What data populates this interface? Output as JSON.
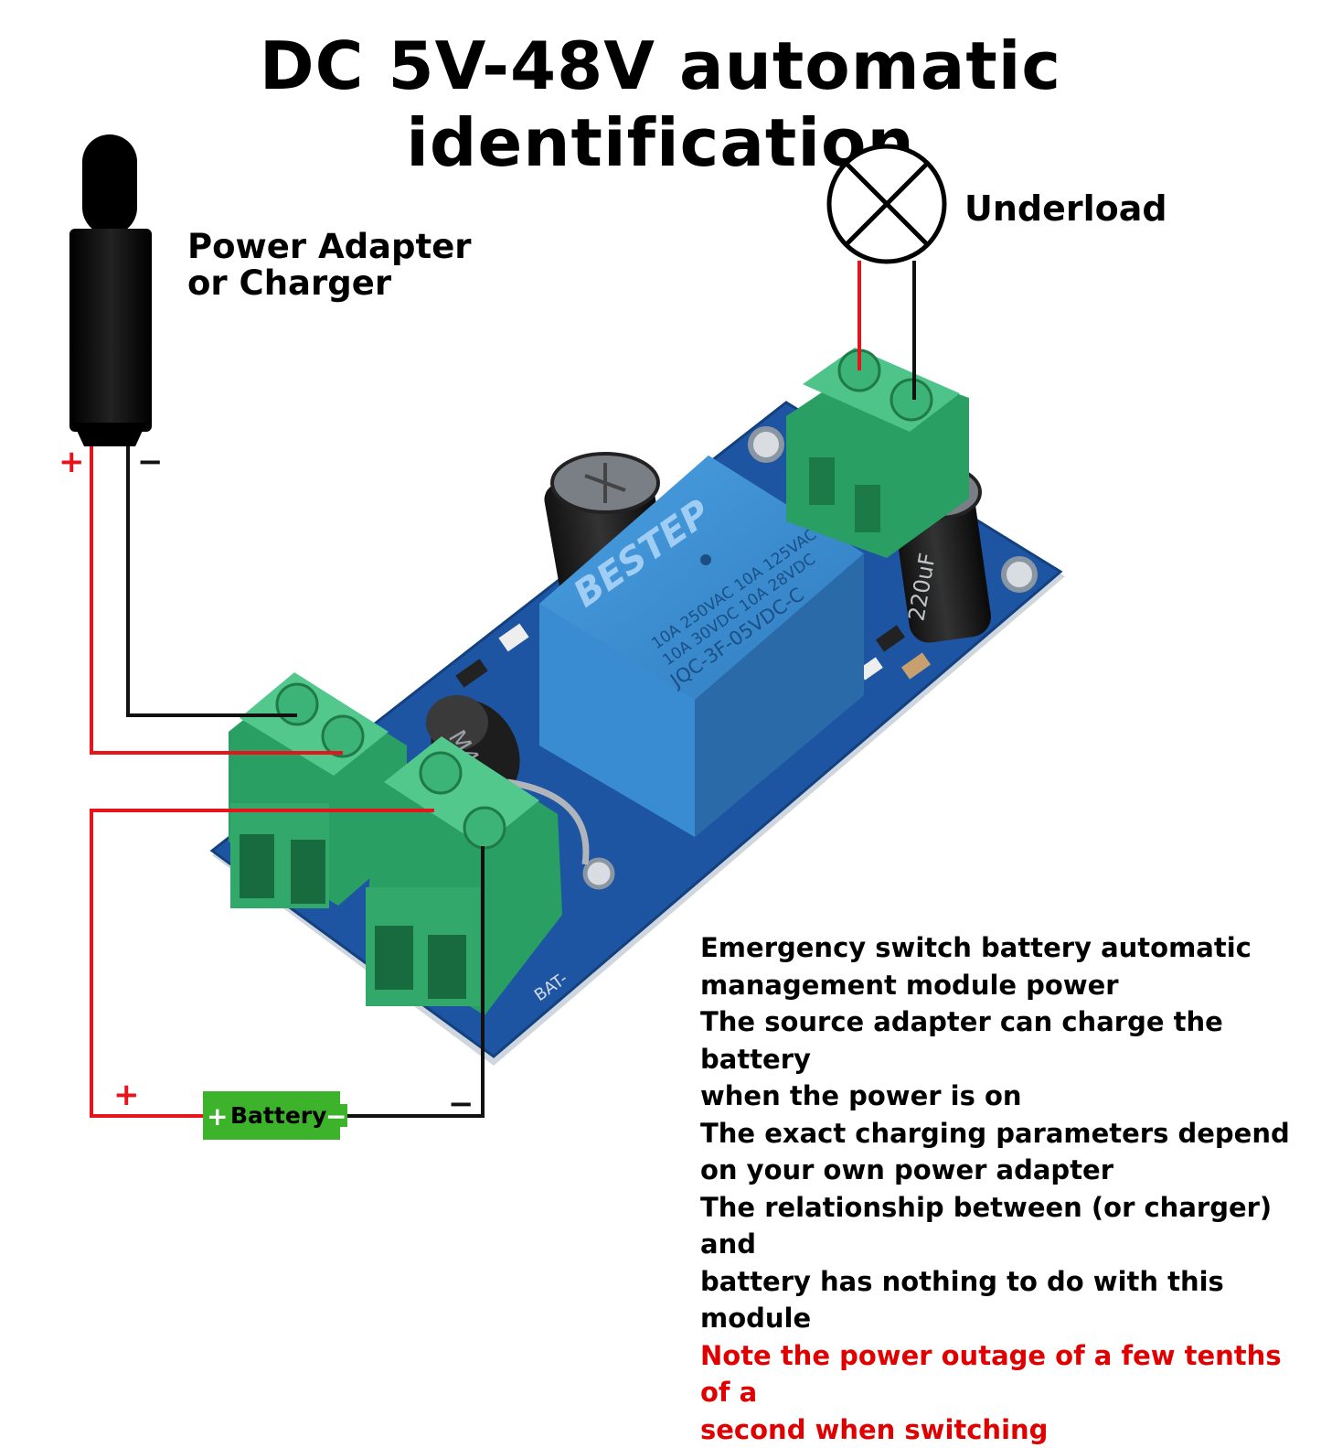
{
  "title": "DC 5V-48V automatic identification",
  "labels": {
    "adapter_line1": "Power Adapter",
    "adapter_line2": "or Charger",
    "underload": "Underload",
    "battery": "Battery",
    "plus": "+",
    "minus": "−"
  },
  "board": {
    "relay_brand": "BESTEP",
    "relay_rating1": "10A 250VAC 10A 125VAC",
    "relay_rating2": "10A 30VDC 10A 28VDC",
    "relay_model": "JQC-3F-05VDC-C",
    "cap_label": "220uF",
    "silk_label": "BAT-",
    "diode_label": "M4"
  },
  "description": {
    "lines": [
      "Emergency switch battery automatic",
      "management module power",
      "The source adapter can charge the battery",
      "when the power is on",
      "The exact charging parameters depend",
      "on your own power adapter",
      "The relationship between (or charger) and",
      "battery has nothing to do with this module"
    ],
    "note_lines": [
      "Note the power outage of a few tenths of a",
      "second when switching"
    ]
  },
  "colors": {
    "wire_red": "#e8141b",
    "wire_black": "#111111",
    "pcb": "#1a4f9a",
    "terminal": "#2fa86a",
    "relay": "#3d8fd4",
    "battery": "#3cb32a",
    "note": "#e00000"
  }
}
